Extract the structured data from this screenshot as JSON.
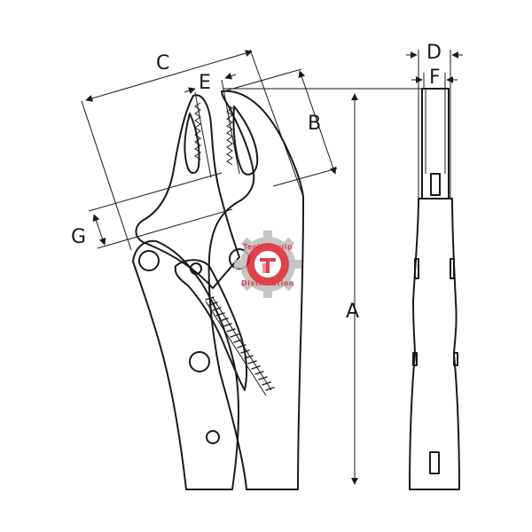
{
  "diagram": {
    "dimension_labels": {
      "a": "A",
      "b": "B",
      "c": "C",
      "d": "D",
      "e": "E",
      "f": "F",
      "g": "G"
    }
  },
  "watermark": {
    "top_text": "Technoquip",
    "bottom_text": "Distribution",
    "color": "#d9232d",
    "gear_color": "#bdbdbd"
  }
}
